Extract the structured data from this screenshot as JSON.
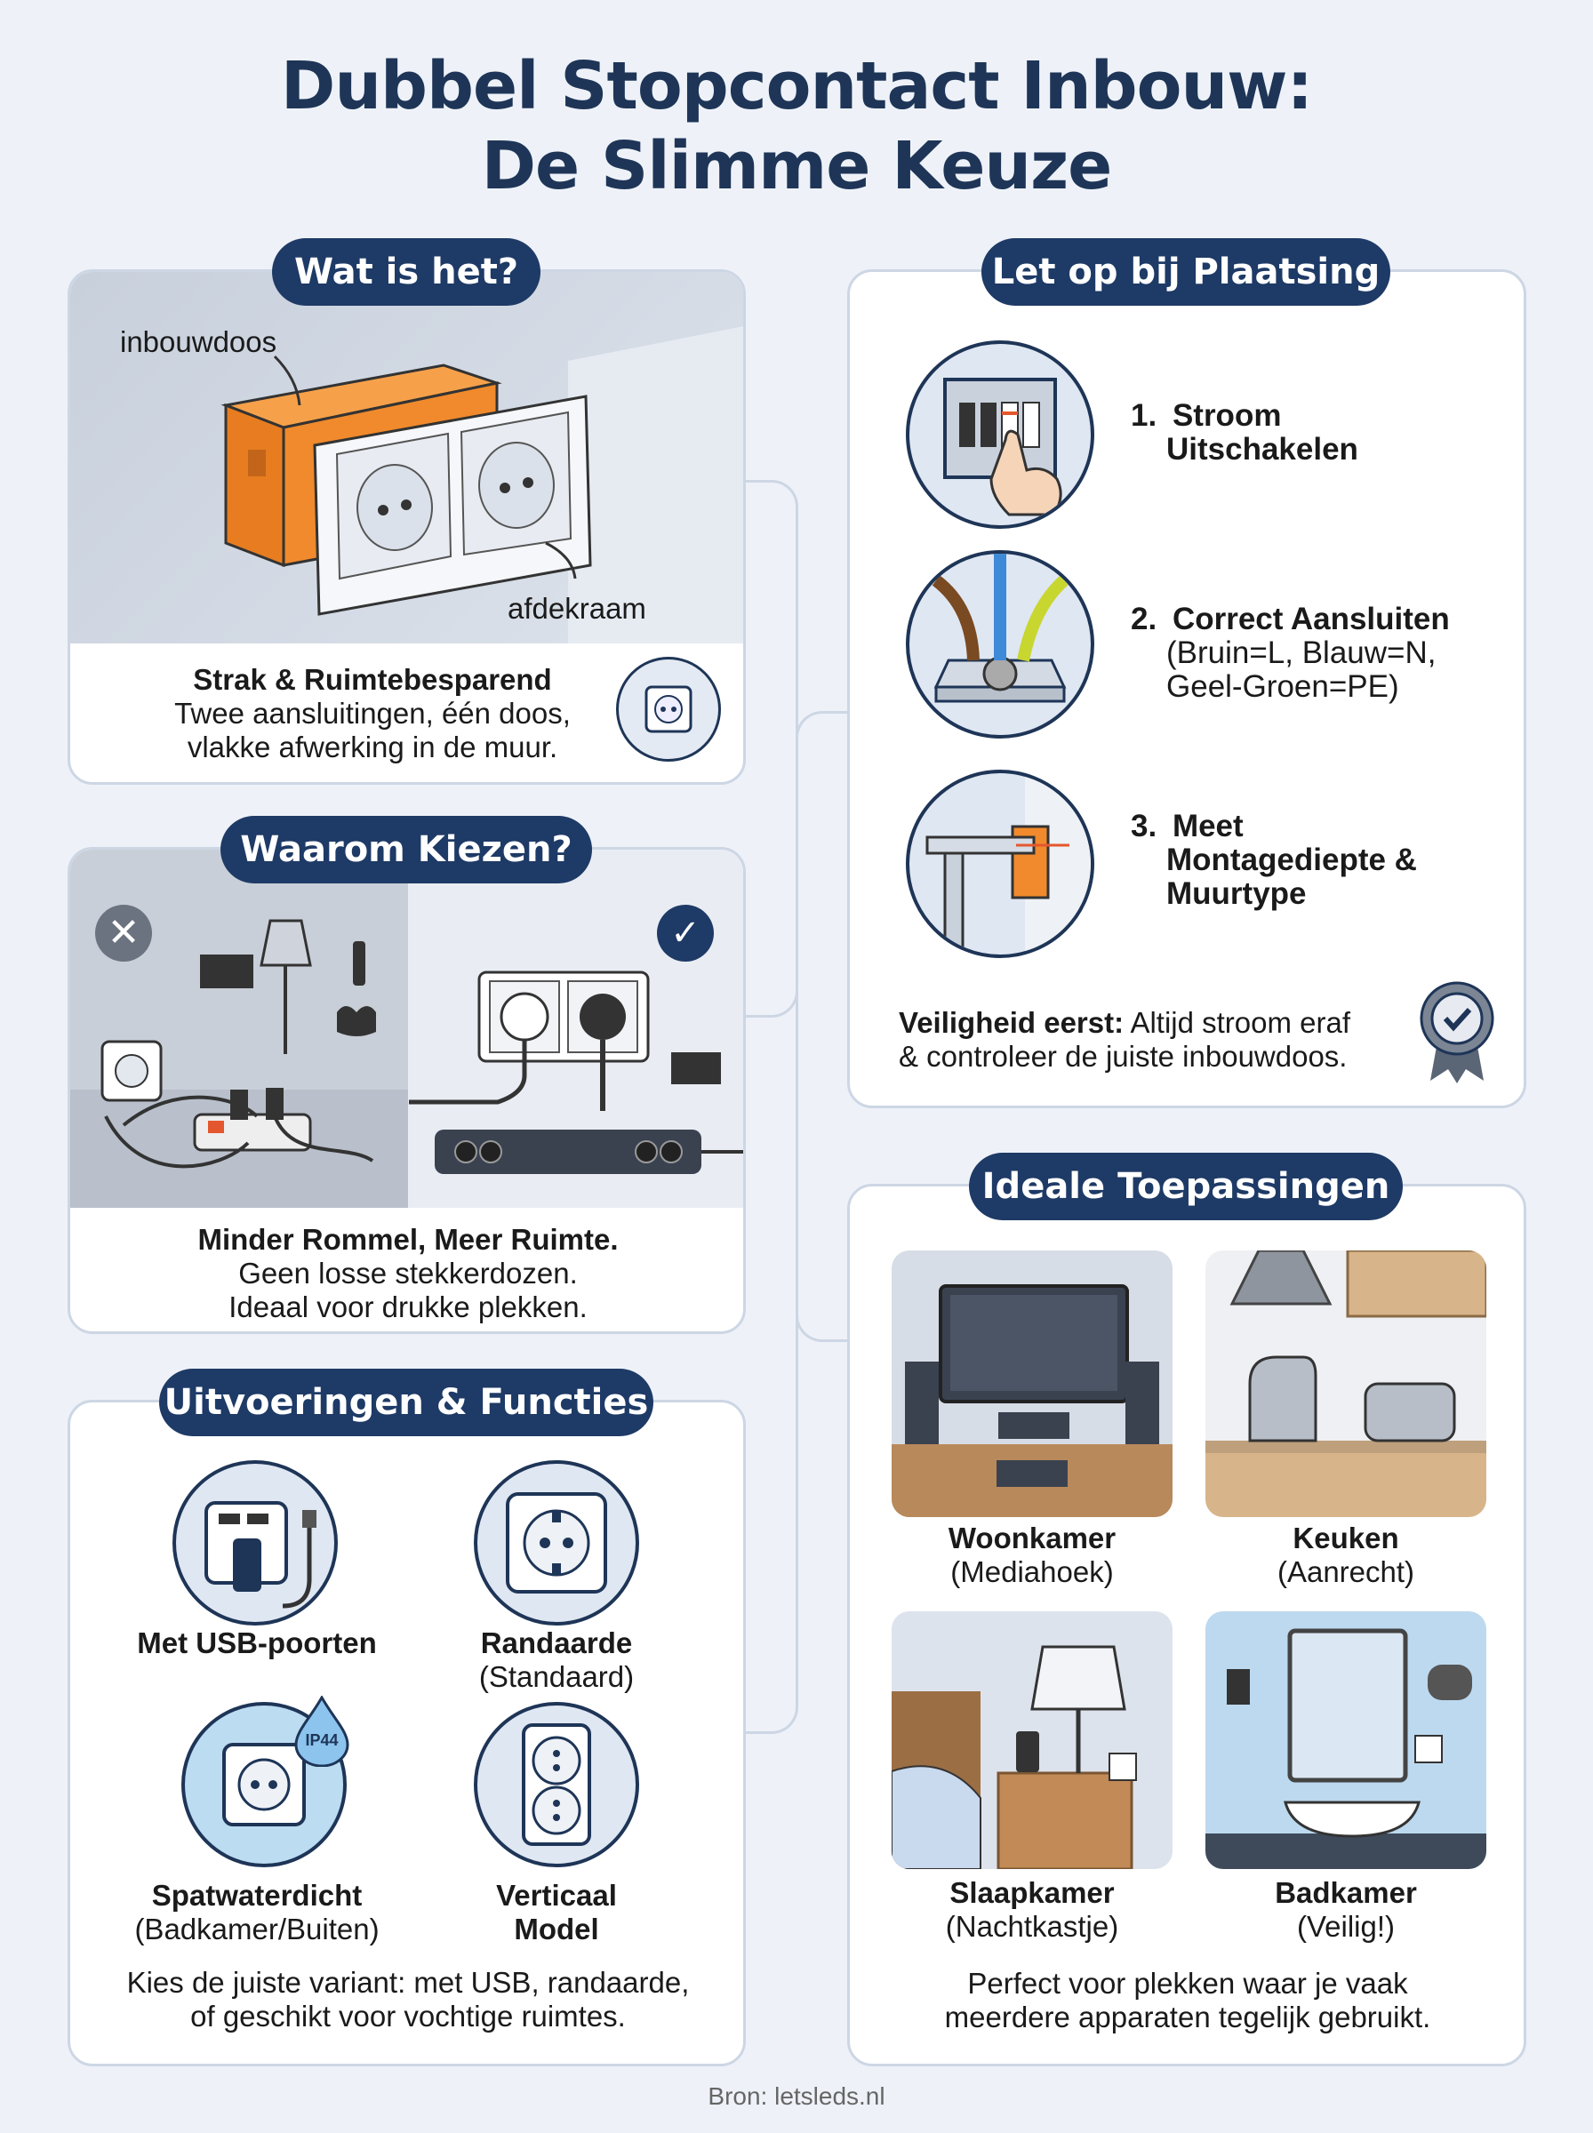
{
  "title": {
    "line1": "Dubbel Stopcontact Inbouw:",
    "line2": "De Slimme Keuze"
  },
  "wat_is_het": {
    "heading": "Wat is het?",
    "label_box": "inbouwdoos",
    "label_frame": "afdekraam",
    "bold": "Strak & Ruimtebesparend",
    "line1": "Twee aansluitingen, één doos,",
    "line2": "vlakke afwerking in de muur."
  },
  "waarom": {
    "heading": "Waarom Kiezen?",
    "bold": "Minder Rommel, Meer Ruimte.",
    "line1": "Geen losse stekkerdozen.",
    "line2": "Ideaal voor drukke plekken."
  },
  "uitvoeringen": {
    "heading": "Uitvoeringen & Functies",
    "items": [
      {
        "bold": "Met USB-poorten",
        "sub": ""
      },
      {
        "bold": "Randaarde",
        "sub": "(Standaard)"
      },
      {
        "bold": "Spatwaterdicht",
        "sub": "(Badkamer/Buiten)",
        "badge": "IP44"
      },
      {
        "bold": "Verticaal",
        "bold2": "Model"
      }
    ],
    "footer1": "Kies de juiste variant: met USB, randaarde,",
    "footer2": "of geschikt voor vochtige ruimtes."
  },
  "plaatsing": {
    "heading": "Let op bij Plaatsing",
    "steps": [
      {
        "num": "1.",
        "line1": "Stroom",
        "line2": "Uitschakelen"
      },
      {
        "num": "2.",
        "line1": "Correct Aansluiten",
        "line2": "(Bruin=L, Blauw=N,",
        "line3": "Geel-Groen=PE)"
      },
      {
        "num": "3.",
        "line1": "Meet",
        "line2": "Montagediepte &",
        "line3": "Muurtype"
      }
    ],
    "safety_bold": "Veiligheid eerst:",
    "safety_rest": " Altijd stroom eraf",
    "safety_line2": "& controleer de juiste inbouwdoos."
  },
  "toepassingen": {
    "heading": "Ideale Toepassingen",
    "items": [
      {
        "bold": "Woonkamer",
        "sub": "(Mediahoek)"
      },
      {
        "bold": "Keuken",
        "sub": "(Aanrecht)"
      },
      {
        "bold": "Slaapkamer",
        "sub": "(Nachtkastje)"
      },
      {
        "bold": "Badkamer",
        "sub": "(Veilig!)"
      }
    ],
    "footer1": "Perfect voor plekken waar je vaak",
    "footer2": "meerdere apparaten tegelijk gebruikt."
  },
  "source": "Bron: letsleds.nl",
  "colors": {
    "navy": "#1e3a66",
    "orange": "#f08a2c",
    "border": "#cdd6e4"
  }
}
